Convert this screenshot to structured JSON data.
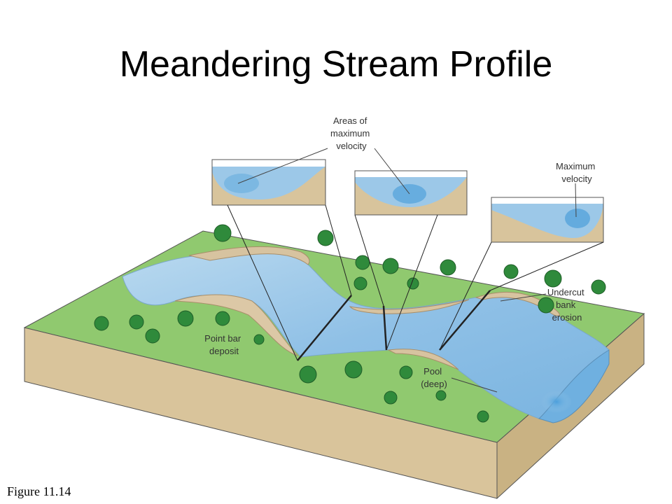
{
  "title": "Meandering Stream Profile",
  "figure_label": "Figure  11.14",
  "labels": {
    "areas_max_velocity": [
      "Areas of",
      "maximum",
      "velocity"
    ],
    "max_velocity": [
      "Maximum",
      "velocity"
    ],
    "undercut": [
      "Undercut",
      "bank",
      "erosion"
    ],
    "point_bar": [
      "Point bar",
      "deposit"
    ],
    "pool": [
      "Pool",
      "(deep)"
    ]
  },
  "colors": {
    "water": "#9cc8e8",
    "water_deep": "#5aa6dc",
    "grass": "#8cc86c",
    "soil": "#d8c49c",
    "tree": "#2e8a3a"
  }
}
